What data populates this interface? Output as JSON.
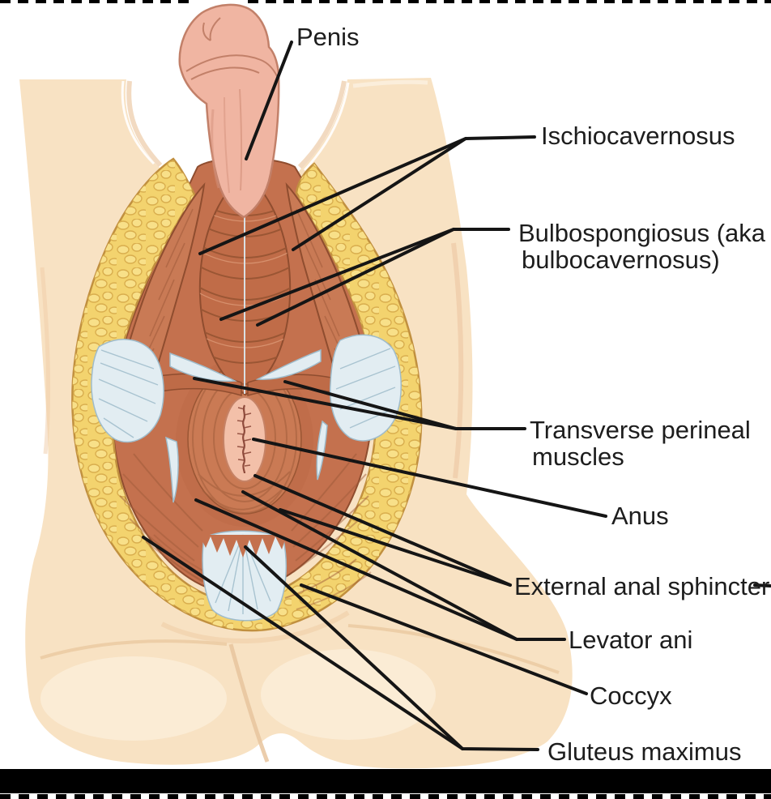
{
  "figure": {
    "description": "Anterior (inferior) view of the male perineum musculature with the penis reflected upward",
    "labels": [
      {
        "id": "penis",
        "lines": [
          "Penis"
        ]
      },
      {
        "id": "ischiocavernosus",
        "lines": [
          "Ischiocavernosus"
        ]
      },
      {
        "id": "bulbospongiosus",
        "lines": [
          "Bulbospongiosus (aka",
          "bulbocavernosus)"
        ]
      },
      {
        "id": "transverse-perineal-muscles",
        "lines": [
          "Transverse perineal",
          "muscles"
        ]
      },
      {
        "id": "anus",
        "lines": [
          "Anus"
        ]
      },
      {
        "id": "external-anal-sphincter",
        "lines": [
          "External anal sphincter"
        ]
      },
      {
        "id": "levator-ani",
        "lines": [
          "Levator ani"
        ]
      },
      {
        "id": "coccyx",
        "lines": [
          "Coccyx"
        ]
      },
      {
        "id": "gluteus-maximus",
        "lines": [
          "Gluteus maximus"
        ]
      }
    ]
  },
  "colors": {
    "background": "#ffffff",
    "border": "#000000",
    "leader": "#151515",
    "label_text": "#1d1d1d",
    "skin": "#F8E2C3",
    "skin_shadow": "#EDCBA6",
    "skin_highlight": "#FBEDD8",
    "fat": "#F3D36E",
    "fat_lobule_fill": "#F8E089",
    "fat_lobule_line": "#D9AE4E",
    "fat_border": "#C1903F",
    "muscle": "#C4714E",
    "muscle_dark": "#8F4D2F",
    "muscle_streak": "#A05B3A",
    "muscle_highlight": "#DC9A77",
    "fascia": "#E2EDF2",
    "fascia_line": "#9FBCCB",
    "penis": "#F0B5A2",
    "penis_line": "#C28069",
    "anus": "#F3C0A9",
    "anus_line": "#8F4B3C"
  }
}
